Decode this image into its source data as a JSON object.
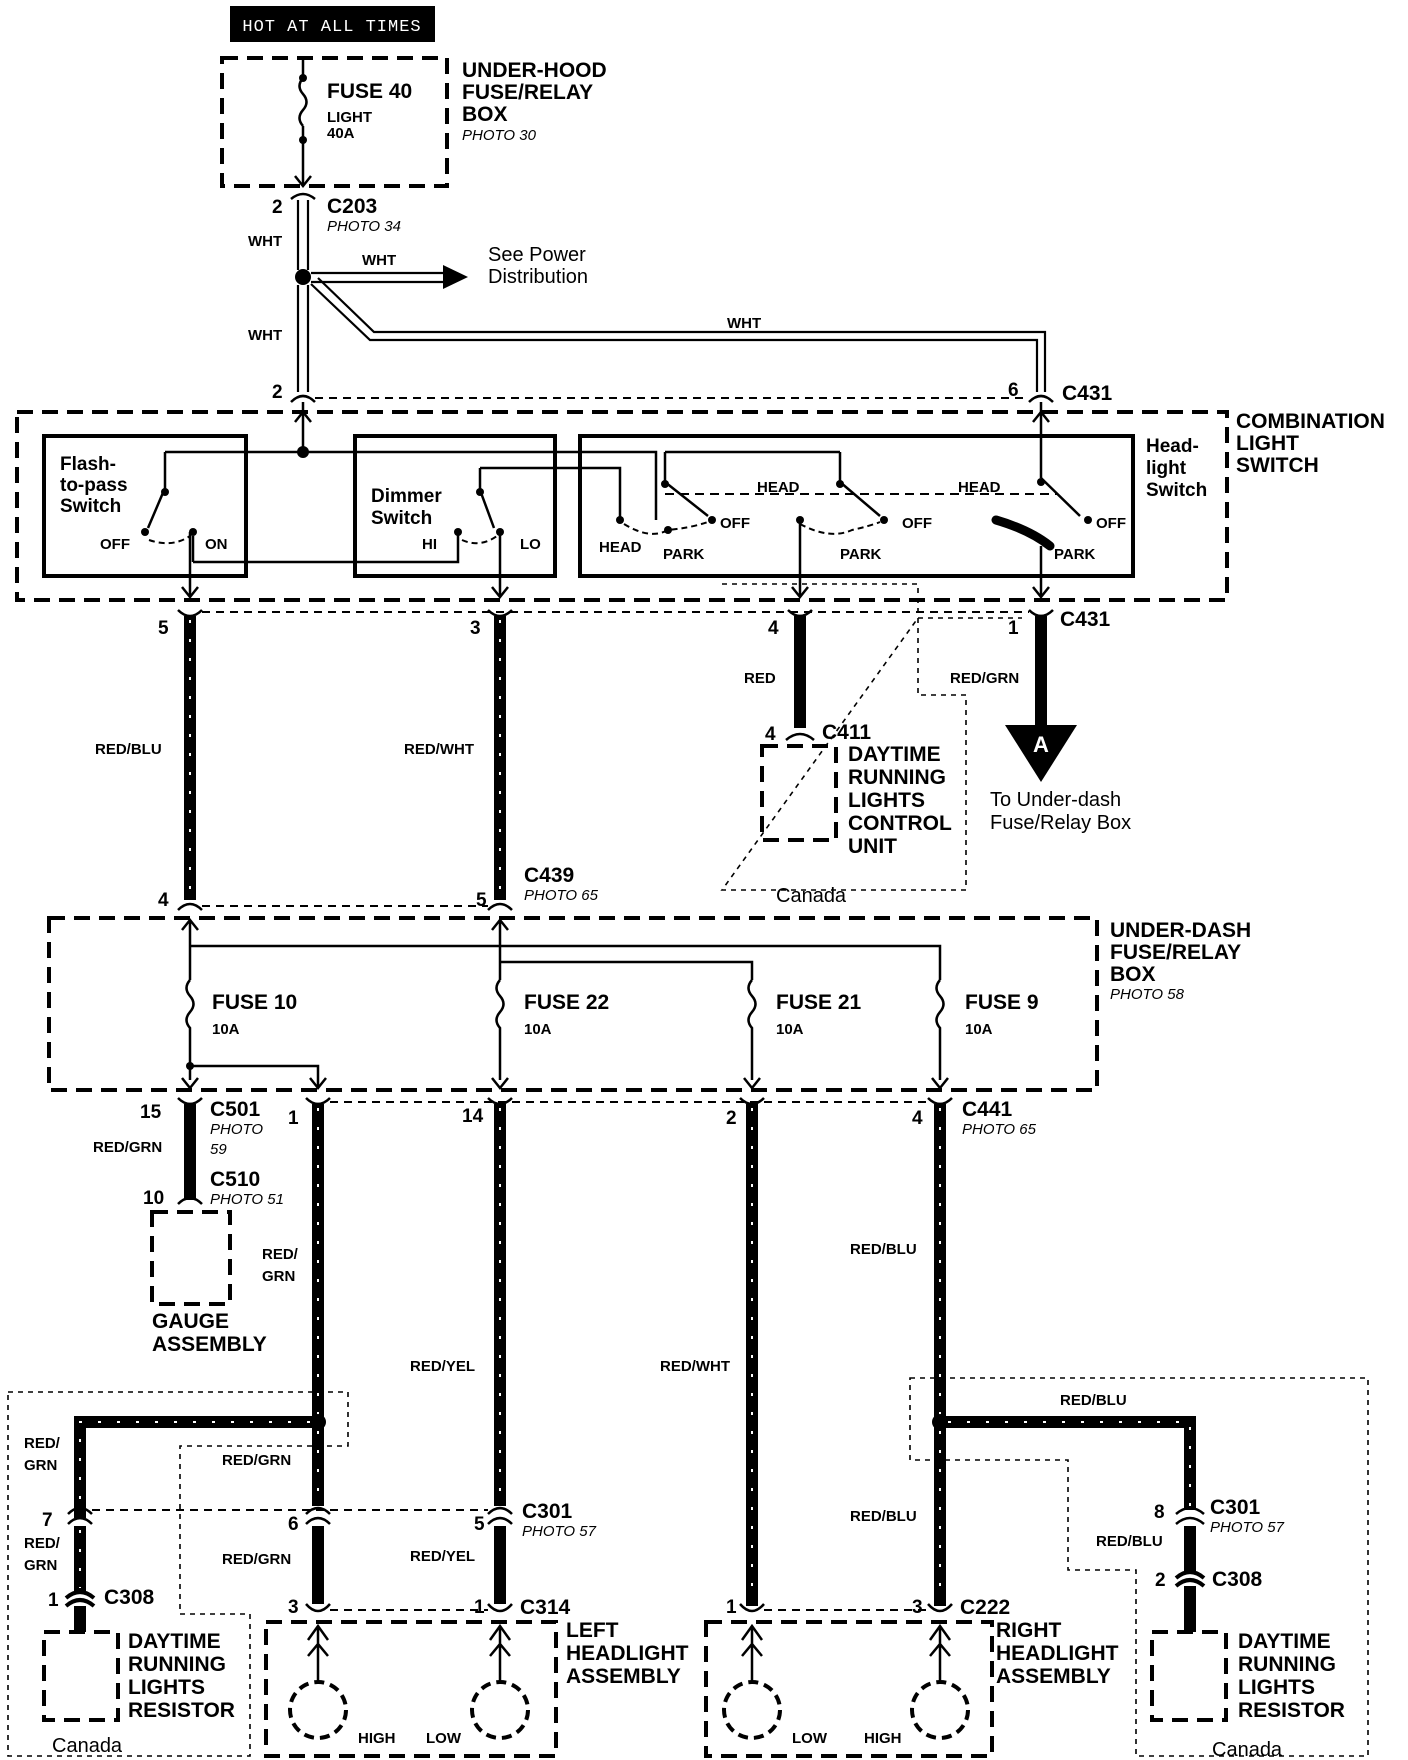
{
  "header": {
    "hot_label": "HOT AT ALL TIMES"
  },
  "underhood": {
    "title": [
      "UNDER-HOOD",
      "FUSE/RELAY",
      "BOX"
    ],
    "photo": "PHOTO 30",
    "fuse": "FUSE 40",
    "fuse_desc": "LIGHT",
    "fuse_rating": "40A"
  },
  "c203": {
    "pin": "2",
    "name": "C203",
    "photo": "PHOTO 34"
  },
  "power_dist": {
    "wire": "WHT",
    "text": [
      "See Power",
      "Distribution"
    ]
  },
  "wires_top": {
    "wht1": "WHT",
    "wht2": "WHT",
    "wht3": "WHT"
  },
  "c431_top": {
    "pin_left": "2",
    "pin_right": "6",
    "name": "C431"
  },
  "combo": {
    "title": [
      "COMBINATION",
      "LIGHT",
      "SWITCH"
    ],
    "flash": {
      "title": [
        "Flash-",
        "to-pass",
        "Switch"
      ],
      "off": "OFF",
      "on": "ON"
    },
    "dimmer": {
      "title": [
        "Dimmer",
        "Switch"
      ],
      "hi": "HI",
      "lo": "LO"
    },
    "headlight": {
      "title": [
        "Head-",
        "light",
        "Switch"
      ],
      "head": "HEAD",
      "park": "PARK",
      "off": "OFF"
    }
  },
  "c431_bottom": {
    "pin1": "1",
    "name": "C431",
    "pin4": "4",
    "pin5": "5",
    "pin3": "3"
  },
  "wire_colors": {
    "red_blu": "RED/BLU",
    "red_wht": "RED/WHT",
    "red": "RED",
    "red_grn": "RED/GRN",
    "red_yel": "RED/YEL",
    "red_grn_split": [
      "RED/",
      "GRN"
    ]
  },
  "drl_control": {
    "pin": "4",
    "name": "C411",
    "title": [
      "DAYTIME",
      "RUNNING",
      "LIGHTS",
      "CONTROL",
      "UNIT"
    ],
    "region": "Canada"
  },
  "off_page": {
    "letter": "A",
    "text": [
      "To Under-dash",
      "Fuse/Relay Box"
    ]
  },
  "c439": {
    "pin_left": "4",
    "pin_right": "5",
    "name": "C439",
    "photo": "PHOTO 65"
  },
  "underdash": {
    "title": [
      "UNDER-DASH",
      "FUSE/RELAY",
      "BOX"
    ],
    "photo": "PHOTO 58",
    "fuses": [
      {
        "name": "FUSE 10",
        "rating": "10A"
      },
      {
        "name": "FUSE 22",
        "rating": "10A"
      },
      {
        "name": "FUSE 21",
        "rating": "10A"
      },
      {
        "name": "FUSE 9",
        "rating": "10A"
      }
    ]
  },
  "c441": {
    "pins": [
      "1",
      "14",
      "2",
      "4"
    ],
    "name": "C441",
    "photo": "PHOTO 65"
  },
  "c501": {
    "pin": "15",
    "name": "C501",
    "photo": [
      "PHOTO",
      "59"
    ]
  },
  "c510": {
    "pin": "10",
    "name": "C510",
    "photo": "PHOTO 51"
  },
  "gauge": {
    "title": [
      "GAUGE",
      "ASSEMBLY"
    ]
  },
  "c301_left": {
    "pin7": "7",
    "pin6": "6",
    "pin5": "5",
    "name": "C301",
    "photo": "PHOTO 57"
  },
  "c308_left": {
    "pin": "1",
    "name": "C308"
  },
  "drl_resistor_left": {
    "title": [
      "DAYTIME",
      "RUNNING",
      "LIGHTS",
      "RESISTOR"
    ],
    "region": "Canada"
  },
  "c314": {
    "pin3": "3",
    "pin1": "1",
    "name": "C314"
  },
  "left_headlight": {
    "title": [
      "LEFT",
      "HEADLIGHT",
      "ASSEMBLY"
    ],
    "high": "HIGH",
    "low": "LOW"
  },
  "c222": {
    "pin1": "1",
    "pin3": "3",
    "name": "C222"
  },
  "right_headlight": {
    "title": [
      "RIGHT",
      "HEADLIGHT",
      "ASSEMBLY"
    ],
    "low": "LOW",
    "high": "HIGH"
  },
  "c301_right": {
    "pin": "8",
    "name": "C301",
    "photo": "PHOTO 57"
  },
  "c308_right": {
    "pin": "2",
    "name": "C308"
  },
  "drl_resistor_right": {
    "title": [
      "DAYTIME",
      "RUNNING",
      "LIGHTS",
      "RESISTOR"
    ],
    "region": "Canada"
  }
}
